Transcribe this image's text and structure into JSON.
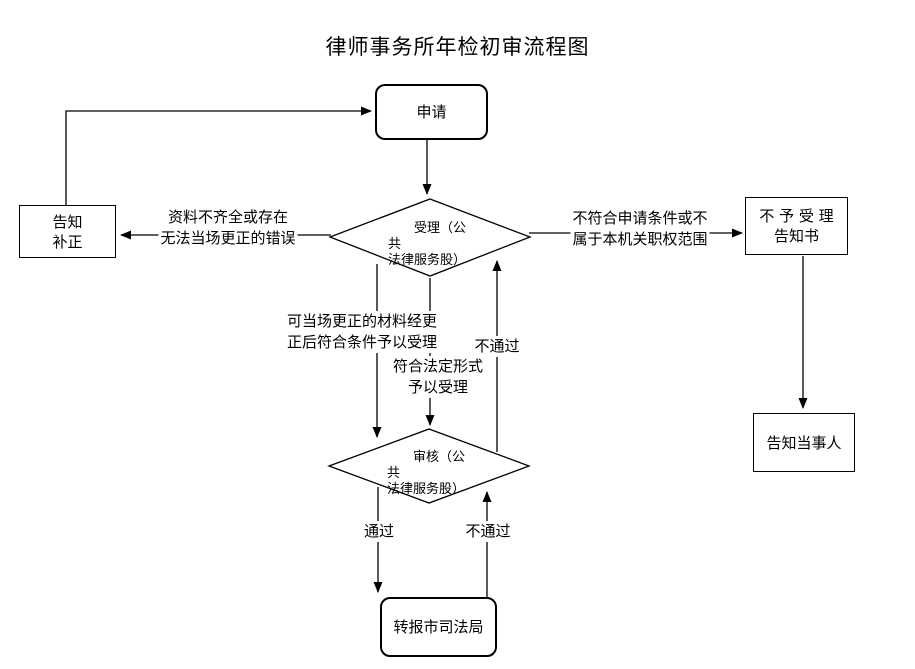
{
  "title": "律师事务所年检初审流程图",
  "nodes": {
    "apply": {
      "label": "申请"
    },
    "accept_diamond": {
      "label": "受理（公共\n法律服务股）"
    },
    "review_diamond": {
      "label": "审核（公共\n法律服务股）"
    },
    "notify_correction": {
      "label": "告知\n补正"
    },
    "reject_notice": {
      "label": "不 予 受 理\n告知书"
    },
    "inform_party": {
      "label": "告知当事人"
    },
    "forward_bureau": {
      "label": "转报市司法局"
    }
  },
  "edge_labels": {
    "incomplete": "资料不齐全或存在\n无法当场更正的错误",
    "not_qualified": "不符合申请条件或不\n属于本机关职权范围",
    "correctable": "可当场更正的材料经更\n正后符合条件予以受理",
    "legal_form": "符合法定形式\n予以受理",
    "fail_upper": "不通过",
    "pass": "通过",
    "fail_lower": "不通过"
  },
  "colors": {
    "line": "#000000",
    "background": "#ffffff"
  }
}
